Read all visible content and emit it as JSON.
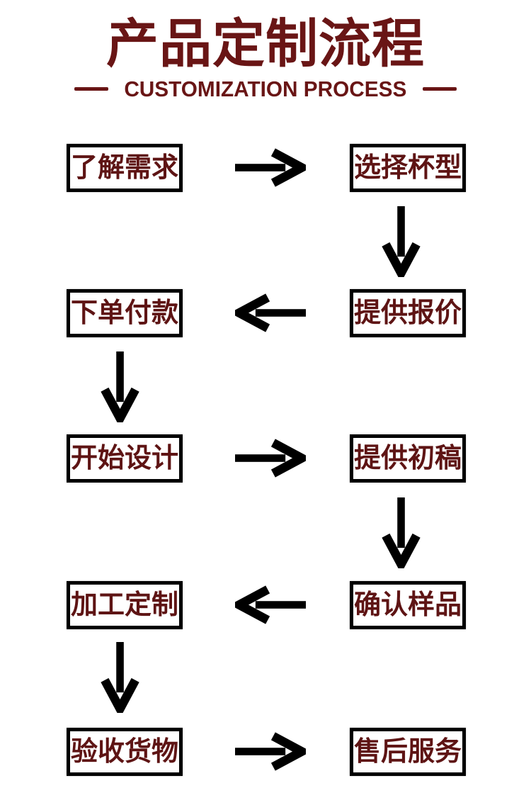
{
  "header": {
    "title": "产品定制流程",
    "subtitle": "CUSTOMIZATION PROCESS"
  },
  "flow": {
    "rows": [
      {
        "left": "了解需求",
        "right": "选择杯型",
        "arrow": "right"
      },
      {
        "left": "下单付款",
        "right": "提供报价",
        "arrow": "left"
      },
      {
        "left": "开始设计",
        "right": "提供初稿",
        "arrow": "right"
      },
      {
        "left": "加工定制",
        "right": "确认样品",
        "arrow": "left"
      },
      {
        "left": "验收货物",
        "right": "售后服务",
        "arrow": "right"
      }
    ],
    "connectors": [
      {
        "after_row": 1,
        "column": "right",
        "direction": "down"
      },
      {
        "after_row": 2,
        "column": "left",
        "direction": "down"
      },
      {
        "after_row": 3,
        "column": "right",
        "direction": "down"
      },
      {
        "after_row": 4,
        "column": "left",
        "direction": "down"
      }
    ],
    "sequence": [
      "了解需求",
      "选择杯型",
      "提供报价",
      "下单付款",
      "开始设计",
      "提供初稿",
      "确认样品",
      "加工定制",
      "验收货物",
      "售后服务"
    ]
  },
  "icons": {
    "arrow_right": "→",
    "arrow_left": "←",
    "arrow_down": "↓"
  },
  "colors": {
    "title_text": "#691515",
    "step_text": "#5e1414",
    "box_border": "#000000",
    "arrow": "#000000",
    "background": "#ffffff"
  }
}
